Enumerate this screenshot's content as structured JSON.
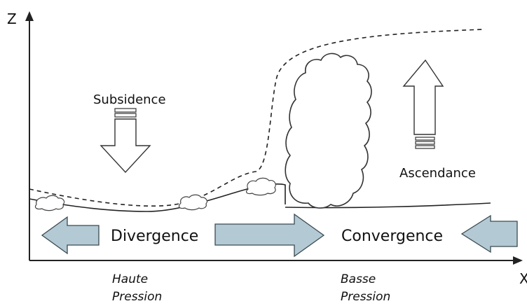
{
  "axes": {
    "z_label": "Z",
    "x_label": "X"
  },
  "labels": {
    "subsidence": "Subsidence",
    "ascendance": "Ascendance",
    "divergence": "Divergence",
    "convergence": "Convergence",
    "high_pressure_line1": "Haute",
    "high_pressure_line2": "Pression",
    "low_pressure_line1": "Basse",
    "low_pressure_line2": "Pression"
  },
  "colors": {
    "flow_arrow_fill": "#b3c9d3",
    "flow_arrow_stroke": "#3a4a52",
    "line": "#222222"
  }
}
